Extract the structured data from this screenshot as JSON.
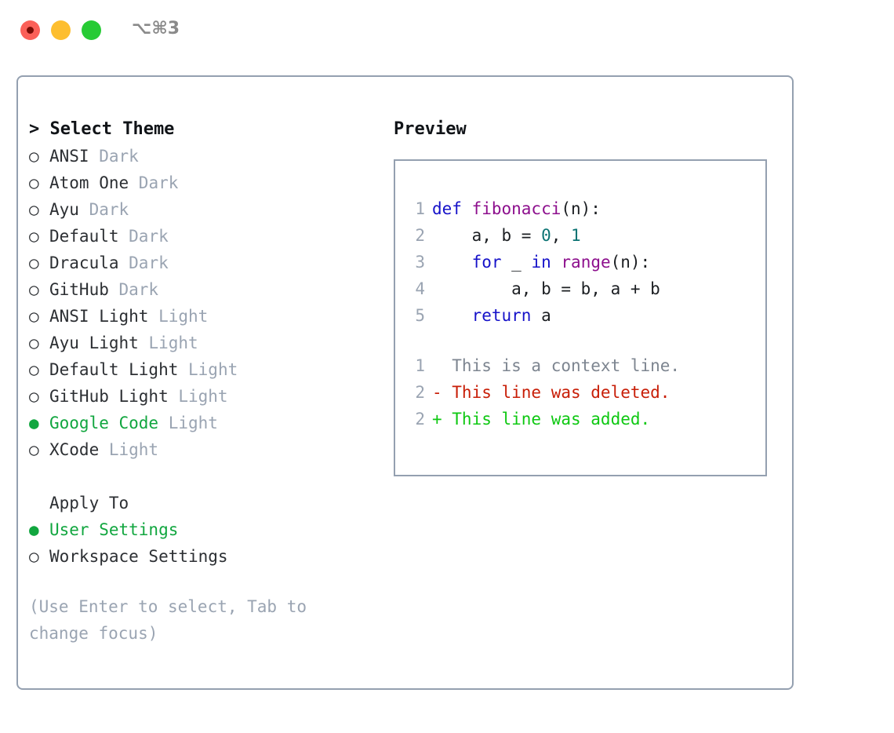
{
  "window": {
    "title": "⌥⌘3",
    "traffic_lights": [
      {
        "name": "close",
        "color": "#fb6058"
      },
      {
        "name": "minimize",
        "color": "#fdbe2f"
      },
      {
        "name": "maximize",
        "color": "#27cb35"
      }
    ]
  },
  "theme_picker": {
    "heading": "> Select Theme",
    "marker_unselected": "○",
    "marker_selected": "●",
    "themes": [
      {
        "name": "ANSI",
        "category": "Dark",
        "selected": false
      },
      {
        "name": "Atom One",
        "category": "Dark",
        "selected": false
      },
      {
        "name": "Ayu",
        "category": "Dark",
        "selected": false
      },
      {
        "name": "Default",
        "category": "Dark",
        "selected": false
      },
      {
        "name": "Dracula",
        "category": "Dark",
        "selected": false
      },
      {
        "name": "GitHub",
        "category": "Dark",
        "selected": false
      },
      {
        "name": "ANSI Light",
        "category": "Light",
        "selected": false
      },
      {
        "name": "Ayu Light",
        "category": "Light",
        "selected": false
      },
      {
        "name": "Default Light",
        "category": "Light",
        "selected": false
      },
      {
        "name": "GitHub Light",
        "category": "Light",
        "selected": false
      },
      {
        "name": "Google Code",
        "category": "Light",
        "selected": true
      },
      {
        "name": "XCode",
        "category": "Light",
        "selected": false
      }
    ]
  },
  "apply_to": {
    "label": "Apply To",
    "options": [
      {
        "name": "User Settings",
        "selected": true
      },
      {
        "name": "Workspace Settings",
        "selected": false
      }
    ]
  },
  "hint": "(Use Enter to select, Tab to change focus)",
  "preview": {
    "title": "Preview",
    "code_lines": [
      {
        "n": "1",
        "tokens": [
          {
            "t": "def ",
            "c": "kw"
          },
          {
            "t": "fibonacci",
            "c": "fn"
          },
          {
            "t": "(n):",
            "c": "pl"
          }
        ]
      },
      {
        "n": "2",
        "tokens": [
          {
            "t": "    a, b = ",
            "c": "pl"
          },
          {
            "t": "0",
            "c": "num"
          },
          {
            "t": ", ",
            "c": "pl"
          },
          {
            "t": "1",
            "c": "num"
          }
        ]
      },
      {
        "n": "3",
        "tokens": [
          {
            "t": "    ",
            "c": "pl"
          },
          {
            "t": "for",
            "c": "kw"
          },
          {
            "t": " _ ",
            "c": "pl"
          },
          {
            "t": "in",
            "c": "kw"
          },
          {
            "t": " ",
            "c": "pl"
          },
          {
            "t": "range",
            "c": "fn"
          },
          {
            "t": "(n):",
            "c": "pl"
          }
        ]
      },
      {
        "n": "4",
        "tokens": [
          {
            "t": "        a, b = b, a + b",
            "c": "pl"
          }
        ]
      },
      {
        "n": "5",
        "tokens": [
          {
            "t": "    ",
            "c": "pl"
          },
          {
            "t": "return",
            "c": "kw"
          },
          {
            "t": " a",
            "c": "pl"
          }
        ]
      }
    ],
    "diff_lines": [
      {
        "n": "1",
        "sign": " ",
        "text": " This is a context line.",
        "kind": "ctx"
      },
      {
        "n": "2",
        "sign": "-",
        "text": " This line was deleted.",
        "kind": "del"
      },
      {
        "n": "2",
        "sign": "+",
        "text": " This line was added.",
        "kind": "add"
      }
    ]
  },
  "colors": {
    "selected_green": "#11a63f",
    "muted": "#9aa4b2",
    "border": "#94a0b0",
    "keyword": "#1612c9",
    "function": "#8d0f8d",
    "number": "#0b7373",
    "diff_deleted": "#c81e07",
    "diff_added": "#0ec812",
    "diff_context": "#7d8590"
  }
}
